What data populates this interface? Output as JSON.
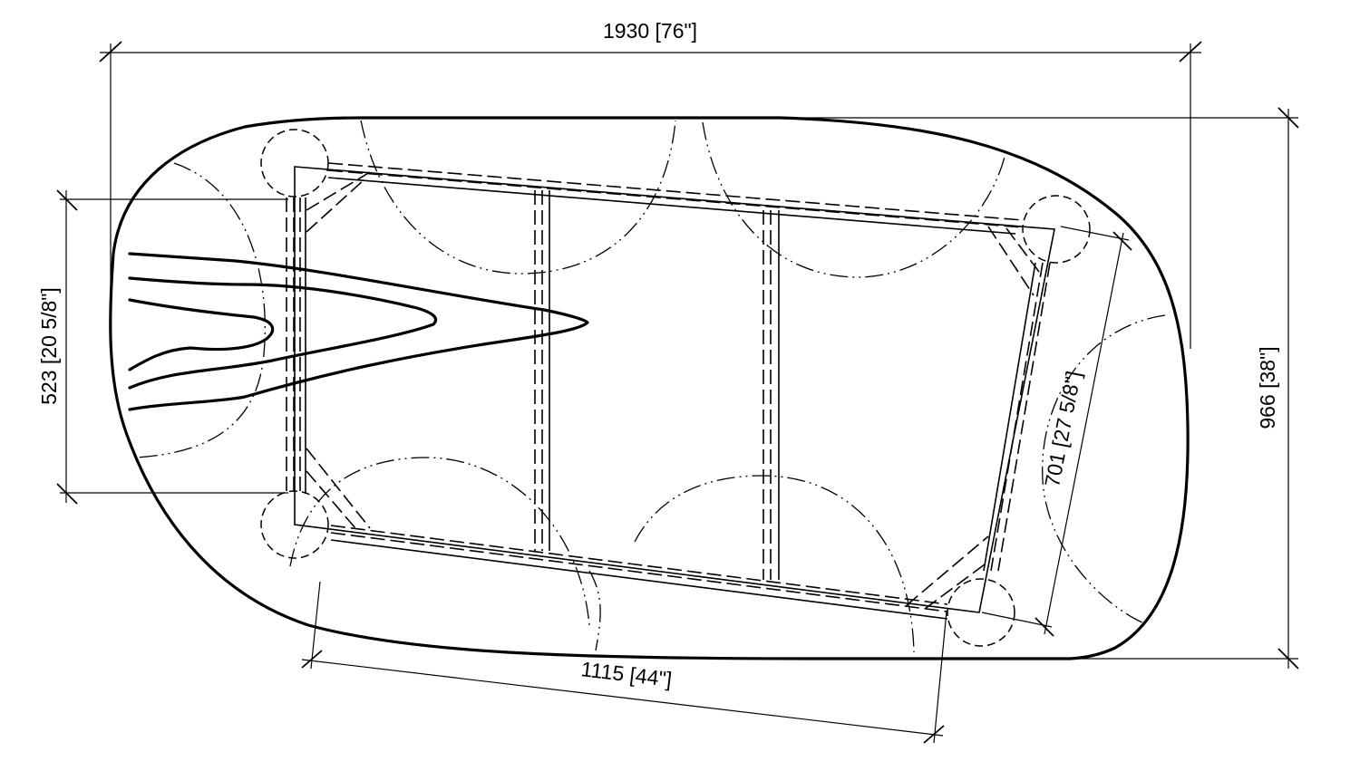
{
  "dimensions": {
    "overall_width": "1930 [76\"]",
    "overall_depth": "966 [38\"]",
    "inner_width": "1115 [44\"]",
    "inner_depth": "701 [27 5/8\"]",
    "arm_depth": "523 [20 5/8\"]"
  }
}
